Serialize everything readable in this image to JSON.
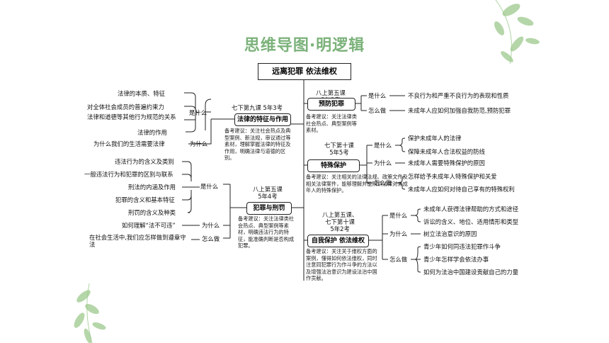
{
  "title": "思维导图·明逻辑",
  "root": "远离犯罪  依法维权",
  "left": {
    "topic1": {
      "label": "法律的特征与作用",
      "exam": "七下第九课    5年3考",
      "note": "备考建议：关注社会热点及典型案例、新法规，审议通过等素材，理解掌握法律的特征及作用，明确法律与道德的区别。",
      "g1_label": "是什么",
      "g1_items": [
        "法律的本质、特征",
        "对全体社会成员的普遍约束力",
        "法律和道德等其他行为规范的关系",
        "法律的作用"
      ],
      "g2_label": "为什么",
      "g2_items": [
        "为什么我们的生活需要法律"
      ]
    },
    "topic2": {
      "label": "犯罪与刑罚",
      "exam": "八上第五课\n5年4考",
      "note": "备考建议：关注法律类社会热点、典型案例等素材，明确违法行为的特征，能准确判断是否构成犯罪。",
      "g1_label": "是什么",
      "g1_items": [
        "违法行为的含义及类别",
        "一般违法行为和犯罪的区别与联系",
        "刑法的内涵及作用",
        "犯罪的含义和基本特征",
        "刑罚的含义及种类"
      ],
      "g2_label": "为什么",
      "g2_items": [
        "如何理解“法不可违”"
      ],
      "g3_label": "怎么做",
      "g3_items": [
        "在社会生活中,我们应怎样做到遵章守法"
      ]
    }
  },
  "right": {
    "topic1": {
      "label": "预防犯罪",
      "exam": "八上第五课\n5年5考",
      "note": "备考建议：关注法律类社会热点、典型案例等素材。",
      "g1_label": "是什么",
      "g1_items": [
        "不良行为和严重不良行为的表现和性质"
      ],
      "g2_label": "怎么做",
      "g2_items": [
        "未成年人应如何加强自我防范,预防犯罪"
      ]
    },
    "topic2": {
      "label": "特殊保护",
      "exam": "七下第十课\n5年5考",
      "note": "备考建议：关注相关的法律法规、政策文件及相关法律案件，能够理解并能辨识法律对未成年人的特殊保护。",
      "g1_label": "是什么",
      "g1_items": [
        "保护未成年人的法律",
        "保障未成年人合法权益的防线"
      ],
      "g2_label": "为什么",
      "g2_items": [
        "未成年人需要特殊保护的原因"
      ],
      "g3_label": "怎么做",
      "g3_items": [
        "怎样给予未成年人特殊保护和关爱",
        "未成年人应如何对待自己享有的特殊权利"
      ]
    },
    "topic3": {
      "label": "自我保护  依法维权",
      "exam": "八上第五课、\n七下第十课\n5年2考",
      "note": "备考建议：关注关于维权方面的案例，懂得如何依法维权，同时注意同犯罪行为作斗争的方法以及增强法治意识为建设法治中国作贡献。",
      "g1_label": "是什么",
      "g1_items": [
        "未成年人获得法律帮助的方式和途径",
        "诉讼的含义、地位、适用情形和类型"
      ],
      "g2_label": "为什么",
      "g2_items": [
        "树立法治意识的原因"
      ],
      "g3_label": "怎么做",
      "g3_items": [
        "青少年如何同违法犯罪作斗争",
        "青少年怎样学会依法办事",
        "如何为法治中国建设贡献自己的力量"
      ]
    }
  }
}
